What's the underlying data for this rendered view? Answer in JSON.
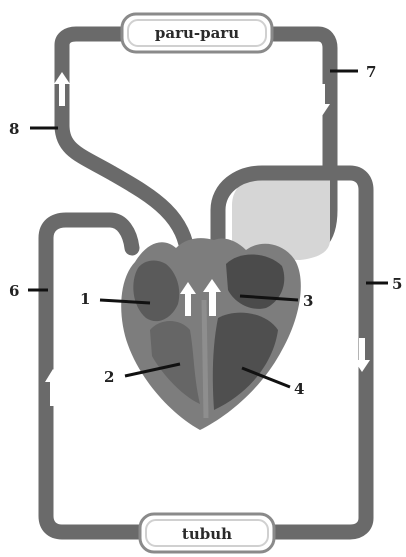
{
  "diagram": {
    "organ_boxes": {
      "lungs": "paru-paru",
      "body": "tubuh"
    },
    "numbers": [
      "1",
      "2",
      "3",
      "4",
      "5",
      "6",
      "7",
      "8"
    ],
    "colors": {
      "vessel": "#6a6a6a",
      "vessel_dark": "#555555",
      "heart_outer": "#7d7d7d",
      "heart_chamber": "#5a5a5a",
      "heart_chamber_dark": "#4b4b4b",
      "aorta_fill": "#d6d6d6",
      "arrow": "#ffffff"
    }
  }
}
